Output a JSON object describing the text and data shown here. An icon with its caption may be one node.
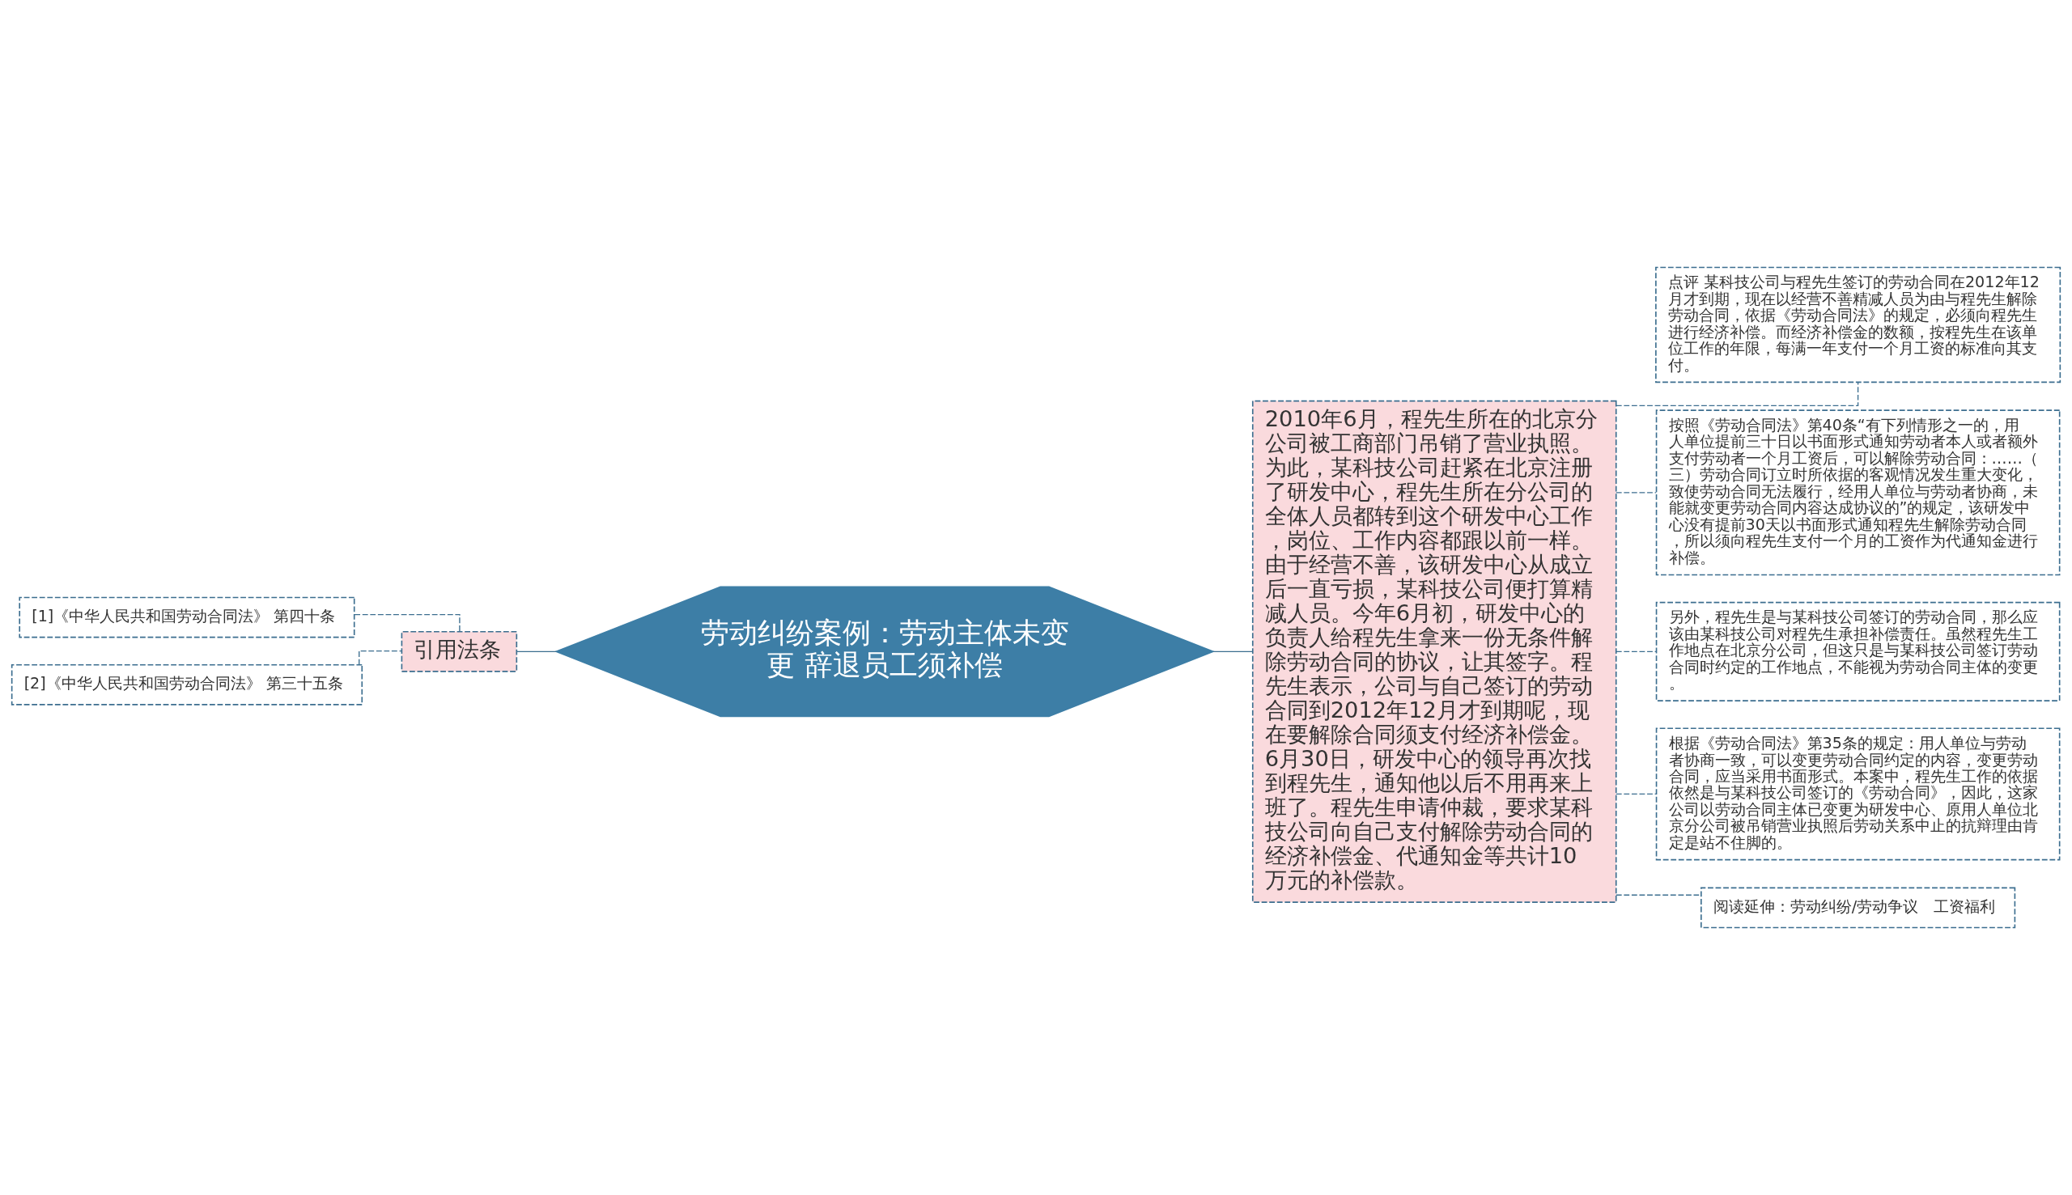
{
  "diagram": {
    "nodes": [
      {
        "text": [
          "劳动纠纷案例：劳动主体未变更 辞退员工须补偿"
        ]
      },
      {
        "text": [
          "引用法条"
        ]
      },
      {
        "text": [
          "[1]《中华人民共和国劳动合同法》 第四十条"
        ]
      },
      {
        "text": [
          "[2]《中华人民共和国劳动合同法》 第三十五条"
        ]
      },
      {
        "text": [
          "2010年6月，程先生所在的北京分公司被工商部门吊销了营业执照。为此，某科技公司赶紧在北京注册了研发中心，程先生所在分公司的全体人员都转到这个研发中心工作，岗位、工作内容都跟以前一样。由于经营不善，该研发中心从成立后一直亏损，某科技公司便打算精减人员。今年6月初，研发中心的负责人给程先生拿来一份无条件解除劳动合同的协议，让其签字。程先生表示，公司与自己签订的劳动合同到2012年12月才到期呢，现在要解除合同须支付经济补偿金。6月30日，研发中心的领导再次找到程先生，通知他以后不用再来上班了。程先生申请仲裁，要求某科技公司向自己支付解除劳动合同的经济补偿金、代通知金等共计10万元的补偿款。"
        ]
      },
      {
        "text": [
          "点评 某科技公司与程先生签订的劳动合同在2012年12月才到期，现在以经营不善精减人员为由与程先生解除劳动合同，依据《劳动合同法》的规定，必须向程先生进行经济补偿。而经济补偿金的数额，按程先生在该单位工作的年限，每满一年支付一个月工资的标准向其支付。"
        ]
      },
      {
        "text": [
          "按照《劳动合同法》第40条“有下列情形之一的，用人单位提前三十日以书面形式通知劳动者本人或者额外支付劳动者一个月工资后，可以解除劳动合同：……（三）劳动合同订立时所依据的客观情况发生重大变化，致使劳动合同无法履行，经用人单位与劳动者协商，未能就变更劳动合同内容达成协议的”的规定，该研发中心没有提前30天以书面形式通知程先生解除劳动合同，所以须向程先生支付一个月的工资作为代通知金进行补偿。"
        ]
      },
      {
        "text": [
          "另外，程先生是与某科技公司签订的劳动合同，那么应该由某科技公司对程先生承担补偿责任。虽然程先生工作地点在北京分公司，但这只是与某科技公司签订劳动合同时约定的工作地点，不能视为劳动合同主体的变更。"
        ]
      },
      {
        "text": [
          "根据《劳动合同法》第35条的规定：用人单位与劳动者协商一致，可以变更劳动合同约定的内容，变更劳动合同，应当采用书面形式。本案中，程先生工作的依据依然是与某科技公司签订的《劳动合同》，因此，这家公司以劳动合同主体已变更为研发中心、原用人单位北京分公司被吊销营业执照后劳动关系中止的抗辩理由肯定是站不住脚的。"
        ]
      },
      {
        "text": [
          "阅读延伸：劳动纠纷/劳动争议　工资福利"
        ]
      }
    ],
    "edges": [
      {
        "from": 0,
        "to": 1,
        "arrow": "none"
      },
      {
        "from": 1,
        "to": 2,
        "arrow": "none",
        "style": "dashed"
      },
      {
        "from": 1,
        "to": 3,
        "arrow": "none",
        "style": "dashed"
      },
      {
        "from": 0,
        "to": 4,
        "arrow": "none"
      },
      {
        "from": 4,
        "to": 5,
        "arrow": "none",
        "style": "dashed"
      },
      {
        "from": 4,
        "to": 6,
        "arrow": "none",
        "style": "dashed"
      },
      {
        "from": 4,
        "to": 7,
        "arrow": "none",
        "style": "dashed"
      },
      {
        "from": 4,
        "to": 8,
        "arrow": "none",
        "style": "dashed"
      },
      {
        "from": 4,
        "to": 9,
        "arrow": "none",
        "style": "dashed"
      }
    ]
  }
}
